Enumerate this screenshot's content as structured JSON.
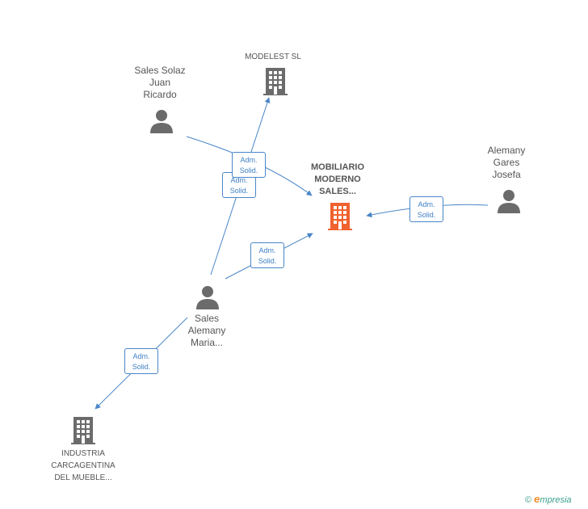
{
  "colors": {
    "edge": "#4a86c8",
    "person": "#6b6b6b",
    "company": "#6b6b6b",
    "focus_company": "#f0622f"
  },
  "nodes": {
    "modelest": {
      "label": "MODELEST SL",
      "icon": "building-icon"
    },
    "sales_solaz": {
      "label": "Sales Solaz\nJuan\nRicardo",
      "icon": "person-icon"
    },
    "mobiliario": {
      "label": "MOBILIARIO\nMODERNO\nSALES...",
      "icon": "building-icon"
    },
    "alemany_gares": {
      "label": "Alemany\nGares\nJosefa",
      "icon": "person-icon"
    },
    "sales_alemany": {
      "label": "Sales\nAlemany\nMaria...",
      "icon": "person-icon"
    },
    "industria": {
      "label": "INDUSTRIA\nCARCAGENTINA\nDEL MUEBLE...",
      "icon": "building-icon"
    }
  },
  "edges": [
    {
      "id": "e1",
      "line1": "Adm.",
      "line2": "Solid."
    },
    {
      "id": "e2",
      "line1": "Adm.",
      "line2": "Solid."
    },
    {
      "id": "e3",
      "line1": "Adm.",
      "line2": "Solid."
    },
    {
      "id": "e4",
      "line1": "Adm.",
      "line2": "Solid."
    },
    {
      "id": "e5",
      "line1": "Adm.",
      "line2": "Solid."
    }
  ],
  "brand": {
    "copyright": "©",
    "e": "e",
    "name": "mpresia"
  }
}
